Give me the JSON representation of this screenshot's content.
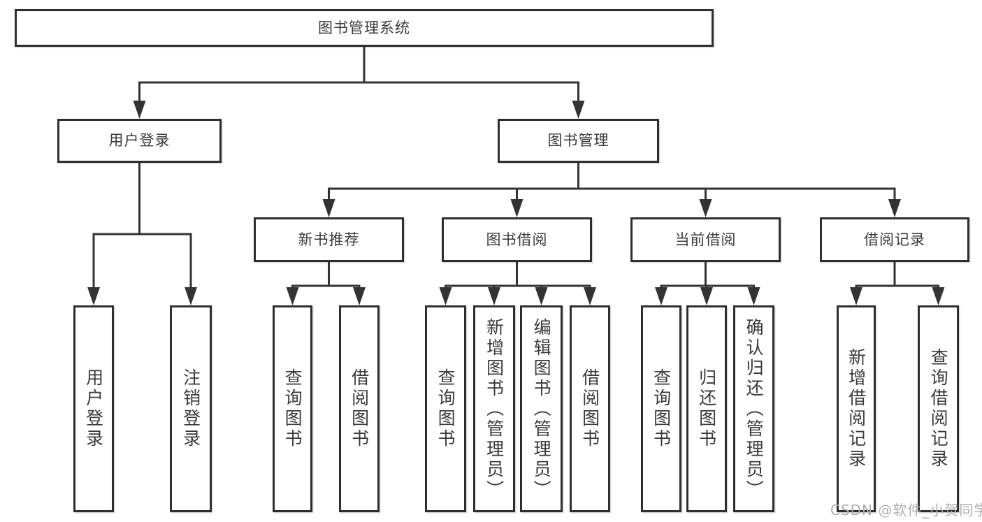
{
  "watermark": "CSDN @软件_小贺同学",
  "tree": {
    "root": {
      "label": "图书管理系统"
    },
    "level2": [
      {
        "label": "用户登录",
        "children": [
          {
            "label": "用户登录"
          },
          {
            "label": "注销登录"
          }
        ]
      },
      {
        "label": "图书管理",
        "children": [
          {
            "label": "新书推荐",
            "children": [
              {
                "label": "查询图书"
              },
              {
                "label": "借阅图书"
              }
            ]
          },
          {
            "label": "图书借阅",
            "children": [
              {
                "label": "查询图书"
              },
              {
                "label": "新增图书（管理员）"
              },
              {
                "label": "编辑图书（管理员）"
              },
              {
                "label": "借阅图书"
              }
            ]
          },
          {
            "label": "当前借阅",
            "children": [
              {
                "label": "查询图书"
              },
              {
                "label": "归还图书"
              },
              {
                "label": "确认归还（管理员）"
              }
            ]
          },
          {
            "label": "借阅记录",
            "children": [
              {
                "label": "新增借阅记录"
              },
              {
                "label": "查询借阅记录"
              }
            ]
          }
        ]
      }
    ]
  }
}
